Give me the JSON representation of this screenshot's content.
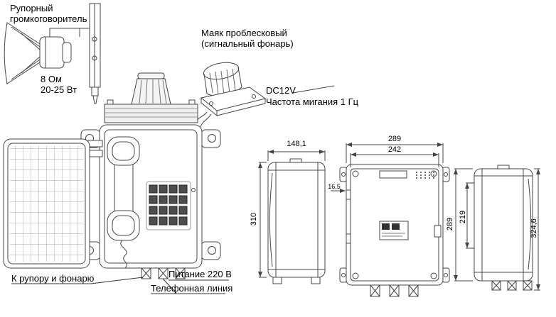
{
  "horn": {
    "title": "Рупорный\nгромкоговоритель",
    "spec": "8 Ом\n20-25 Вт"
  },
  "beacon": {
    "title": "Маяк проблесковый\n(сигнальный фонарь)",
    "voltage": "DC12V",
    "frequency": "Частота мигания 1 Гц"
  },
  "phone": {
    "wiring_horn": "К рупору и фонарю",
    "wiring_line": "Телефонная линия",
    "wiring_power": "Питание 220 В"
  },
  "dims": {
    "top_width": "148,1",
    "front_outer_width": "289",
    "front_inner_width": "242",
    "side_height": "310",
    "right_outer_height": "289",
    "right_inner_height": "219",
    "total_height": "324,6",
    "flange_offset": "16,5"
  }
}
